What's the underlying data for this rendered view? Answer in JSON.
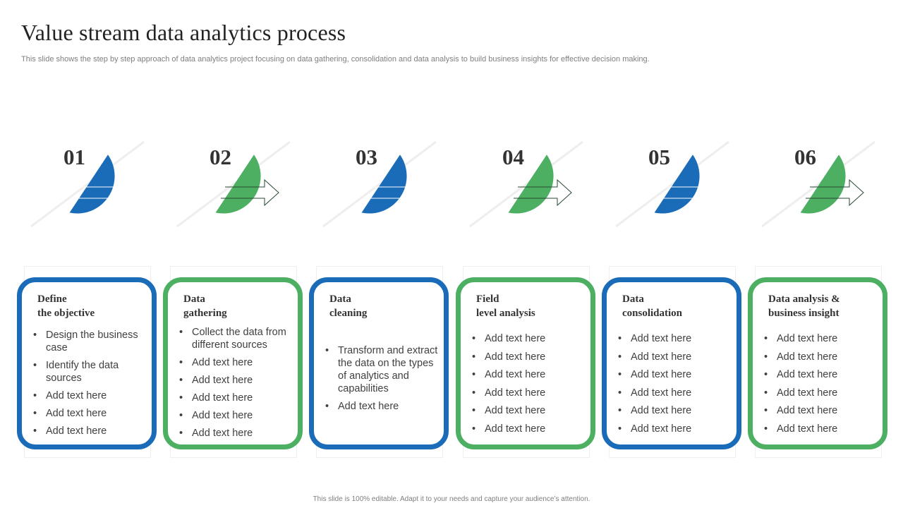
{
  "header": {
    "title": "Value stream data analytics process",
    "subtitle": "This slide shows the step by step approach of data analytics project focusing on data gathering, consolidation and data analysis to build business insights for effective decision making."
  },
  "footer": {
    "text": "This slide is 100% editable. Adapt it to your needs and capture your audience’s attention."
  },
  "colors": {
    "blue": "#1a6bb8",
    "green": "#4caf62"
  },
  "steps": [
    {
      "number": "01",
      "color": "blue",
      "title_lines": [
        "Define",
        "the objective"
      ],
      "bullets": [
        "Design the business case",
        "Identify the data sources",
        "Add text here",
        "Add text here",
        "Add text here"
      ]
    },
    {
      "number": "02",
      "color": "green",
      "title_lines": [
        "Data",
        "gathering"
      ],
      "bullets": [
        "Collect the data from different sources",
        "Add text here",
        "Add text here",
        "Add text here",
        "Add text here",
        "Add text here"
      ]
    },
    {
      "number": "03",
      "color": "blue",
      "title_lines": [
        "Data",
        "cleaning"
      ],
      "bullets": [
        "Transform and extract the data on the types of analytics and capabilities",
        "Add text here"
      ]
    },
    {
      "number": "04",
      "color": "green",
      "title_lines": [
        "Field",
        "level analysis"
      ],
      "bullets": [
        "Add text here",
        "Add text here",
        "Add text here",
        "Add text here",
        "Add text here",
        "Add text here"
      ]
    },
    {
      "number": "05",
      "color": "blue",
      "title_lines": [
        "Data",
        "consolidation"
      ],
      "bullets": [
        "Add text here",
        "Add text here",
        "Add text here",
        "Add text here",
        "Add text here",
        "Add text here"
      ]
    },
    {
      "number": "06",
      "color": "green",
      "title_lines": [
        "Data analysis &",
        "business insight"
      ],
      "bullets": [
        "Add text here",
        "Add text here",
        "Add text here",
        "Add text here",
        "Add text here",
        "Add text here"
      ]
    }
  ]
}
